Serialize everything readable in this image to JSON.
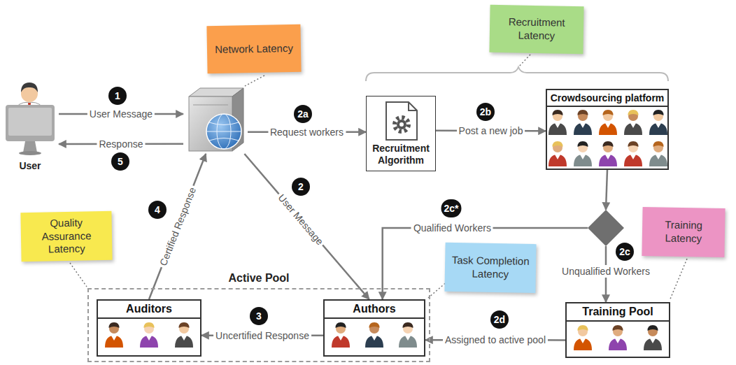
{
  "diagram": {
    "nodes": [
      {
        "text": [
          "Network Latency"
        ]
      },
      {
        "text": [
          "Recruitment Latency"
        ]
      },
      {
        "text": [
          "User"
        ]
      },
      {
        "text": []
      },
      {
        "text": [
          "Recruitment Algorithm"
        ]
      },
      {
        "text": [
          "Crowdsourcing platform"
        ]
      },
      {
        "text": []
      },
      {
        "text": [
          "Quality Assurance Latency"
        ]
      },
      {
        "text": [
          "Task Completion Latency"
        ]
      },
      {
        "text": [
          "Training Latency"
        ]
      },
      {
        "text": [
          "Active Pool"
        ]
      },
      {
        "text": [
          "Auditors"
        ],
        "in": 10
      },
      {
        "text": [
          "Authors"
        ],
        "in": 10
      },
      {
        "text": [
          "Training Pool"
        ]
      }
    ],
    "edges": [
      {
        "from": 2,
        "to": 3,
        "label": "User Message",
        "arrow": "to"
      },
      {
        "from": 3,
        "to": 2,
        "label": "Response",
        "arrow": "to"
      },
      {
        "from": 3,
        "to": 4,
        "label": "Request workers",
        "arrow": "to"
      },
      {
        "from": 4,
        "to": 5,
        "label": "Post a new job",
        "arrow": "to"
      },
      {
        "from": 5,
        "to": 6,
        "arrow": "to"
      },
      {
        "from": 6,
        "to": 12,
        "label": "Qualified Workers",
        "arrow": "to"
      },
      {
        "from": 6,
        "to": 13,
        "label": "Unqualified Workers",
        "arrow": "to"
      },
      {
        "from": 13,
        "to": 12,
        "label": "Assigned to active pool",
        "arrow": "to"
      },
      {
        "from": 3,
        "to": 12,
        "label": "User Message",
        "arrow": "to"
      },
      {
        "from": 12,
        "to": 11,
        "label": "Uncertified Response",
        "arrow": "to"
      },
      {
        "from": 11,
        "to": 3,
        "label": "Certified Response",
        "arrow": "to"
      }
    ],
    "labels": [
      "1",
      "5",
      "2a",
      "2b",
      "2",
      "2c*",
      "2c",
      "4",
      "3",
      "2d"
    ]
  }
}
